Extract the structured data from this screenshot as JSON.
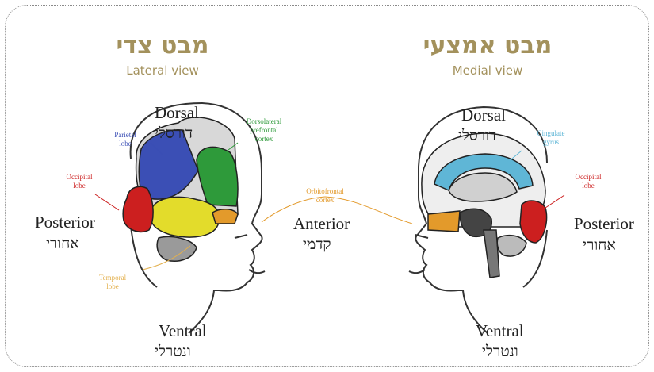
{
  "lateral": {
    "title_he": "מבט צדי",
    "title_en": "Lateral view",
    "dorsal_en": "Dorsal",
    "dorsal_he": "דורסלי",
    "posterior_en": "Posterior",
    "posterior_he": "אחורי",
    "anterior_en": "Anterior",
    "anterior_he": "קדמי",
    "ventral_en": "Ventral",
    "ventral_he": "ונטרלי",
    "parietal": "Parietal\nlobe",
    "occipital": "Occipital\nlobe",
    "prefrontal": "Dorsolateral\nprefrontal\ncortex",
    "temporal": "Temporal\nlobe",
    "orbitofrontal": "Orbitofrontal\ncortex"
  },
  "medial": {
    "title_he": "מבט אמצעי",
    "title_en": "Medial view",
    "dorsal_en": "Dorsal",
    "dorsal_he": "דורסלי",
    "posterior_en": "Posterior",
    "posterior_he": "אחורי",
    "ventral_en": "Ventral",
    "ventral_he": "ונטרלי",
    "cingulate": "Cingulate\ngyrus",
    "occipital": "Occipital\nlobe"
  },
  "colors": {
    "title": "#a3915c",
    "parietal": "#3b4fb5",
    "occipital": "#cc1f1f",
    "prefrontal": "#2e9a3a",
    "temporal": "#e3dc2b",
    "orbitofrontal": "#e39a2b",
    "cingulate": "#5fb6d6"
  }
}
